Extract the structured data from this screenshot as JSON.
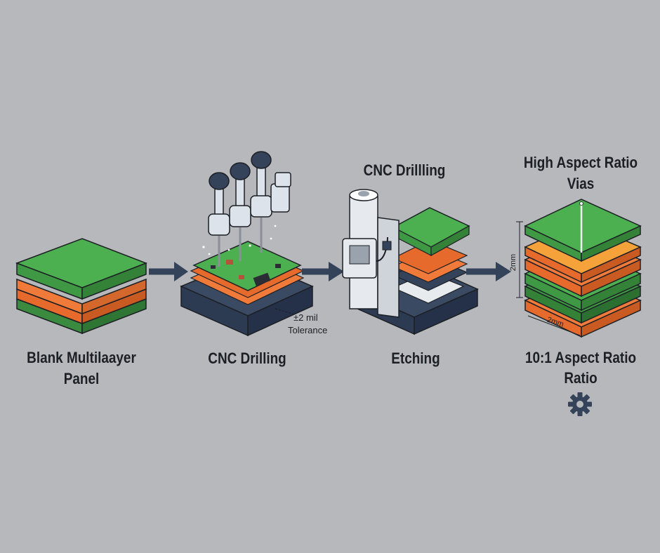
{
  "steps": [
    {
      "caption_line1": "Blank Multilaayer",
      "caption_line2": "Panel"
    },
    {
      "caption_line1": "CNC Drilling",
      "caption_line2": ""
    },
    {
      "caption_line1": "Etching",
      "caption_line2": "",
      "top_label": "CNC Drillling"
    },
    {
      "caption_line1": "10:1 Aspect Ratio",
      "caption_line2": "Ratio",
      "top_label_line1": "High Aspect Ratio",
      "top_label_line2": "Vias"
    }
  ],
  "annotations": {
    "tolerance_value": "±2 mil",
    "tolerance_label": "Tolerance",
    "dim_vertical": "2mm",
    "dim_horizontal": "2mm"
  },
  "colors": {
    "background": "#b6b8bb",
    "green_layer": "#4caf50",
    "orange_layer": "#f07a3a",
    "navy_base": "#34425a",
    "arrow": "#34425a"
  },
  "icons": [
    "right-arrow-icon",
    "gear-icon"
  ]
}
